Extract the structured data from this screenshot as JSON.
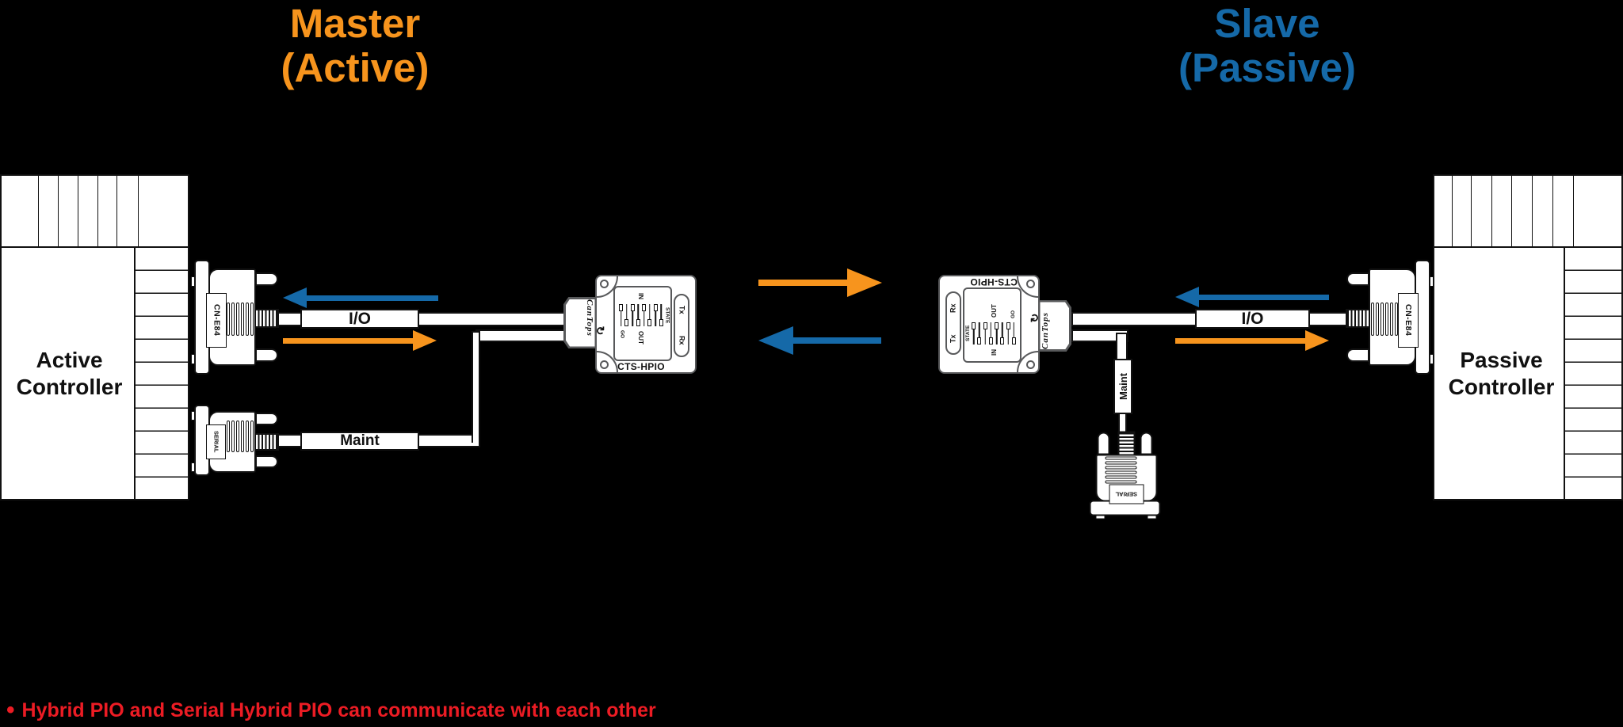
{
  "header": {
    "master": {
      "line1": "Master",
      "line2": "(Active)"
    },
    "slave": {
      "line1": "Slave",
      "line2": "(Passive)"
    }
  },
  "controllers": {
    "active": {
      "line1": "Active",
      "line2": "Controller"
    },
    "passive": {
      "line1": "Passive",
      "line2": "Controller"
    }
  },
  "connector_labels": {
    "io_port": "CN-E84",
    "serial_port": "SERIAL"
  },
  "cable_labels": {
    "io": "I/O",
    "maint": "Maint"
  },
  "converter": {
    "model": "CTS-HPIO",
    "brand": "CanTops",
    "logo_icon": "circular-arrows-icon",
    "panel": {
      "in_label": "IN",
      "out_label": "OUT",
      "state_label": "STATE",
      "go_label": "GO",
      "dip_switch_count": 8
    },
    "indicators": {
      "tx": "Tx",
      "rx": "Rx"
    }
  },
  "arrows": [
    {
      "id": "left-blue",
      "direction": "left",
      "color": "blue"
    },
    {
      "id": "left-orange",
      "direction": "right",
      "color": "orange"
    },
    {
      "id": "center-orange",
      "direction": "right",
      "color": "orange"
    },
    {
      "id": "center-blue",
      "direction": "left",
      "color": "blue"
    },
    {
      "id": "right-blue",
      "direction": "left",
      "color": "blue"
    },
    {
      "id": "right-orange",
      "direction": "right",
      "color": "orange"
    }
  ],
  "note": {
    "bullet": "•",
    "text": "Hybrid PIO and Serial Hybrid PIO can communicate with each other"
  },
  "colors": {
    "orange": "#F7941D",
    "blue": "#1569A8",
    "red": "#EC1C24",
    "gray": "#58595B",
    "bg": "#000000"
  }
}
